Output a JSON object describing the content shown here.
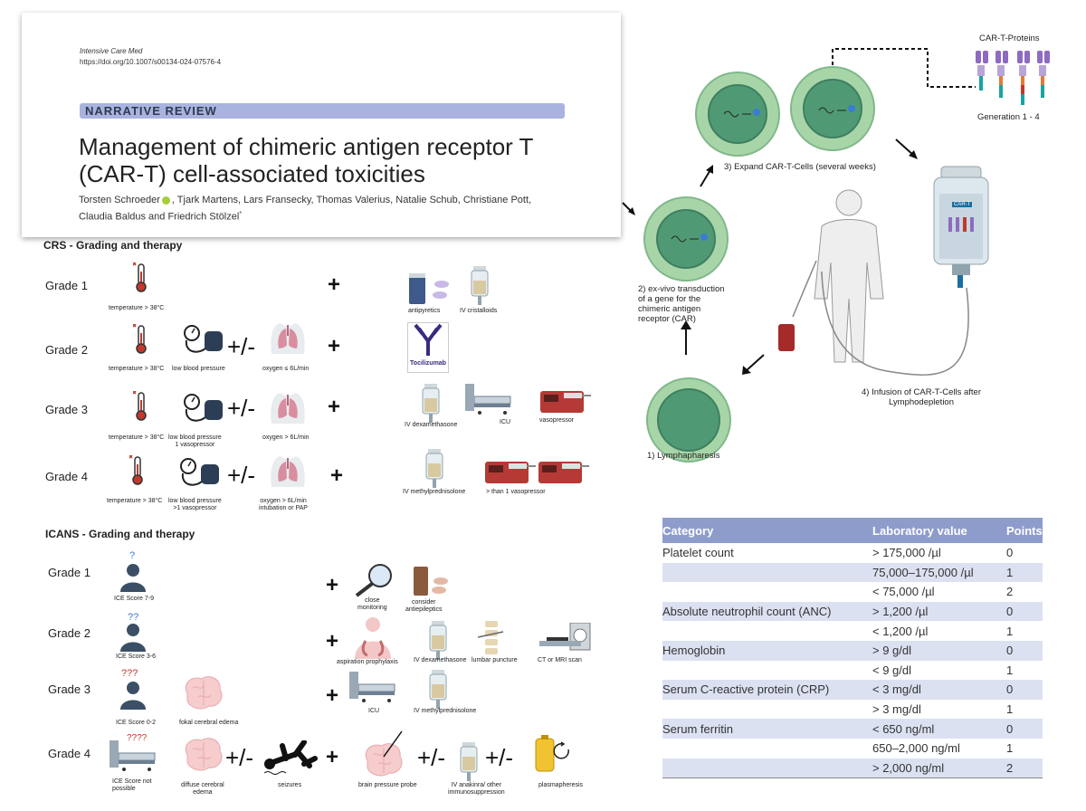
{
  "paper": {
    "journal": "Intensive Care Med",
    "doi": "https://doi.org/10.1007/s00134-024-07576-4",
    "review_type": "NARRATIVE REVIEW",
    "title_line1": "Management of chimeric antigen receptor T",
    "title_line2": "(CAR-T) cell-associated toxicities",
    "authors_line1": "Torsten Schroeder",
    "authors_line1b": ", Tjark Martens, Lars Fransecky, Thomas Valerius, Natalie Schub, Christiane Pott,",
    "authors_line2": "Claudia Baldus and Friedrich Stölzel",
    "authors_asterisk": "*"
  },
  "crs": {
    "heading": "CRS - Grading and therapy",
    "grades": [
      {
        "label": "Grade 1",
        "sym1": "temperature  > 38°C",
        "therapies": [
          "antipyretics",
          "IV cristalloids"
        ]
      },
      {
        "label": "Grade 2",
        "sym1": "temperature  > 38°C",
        "sym2": "low blood pressure",
        "sym3": "oxygen ≤ 6L/min",
        "therapies": [
          "Tocilizumab"
        ]
      },
      {
        "label": "Grade 3",
        "sym1": "temperature  > 38°C",
        "sym2a": "low blood pressure",
        "sym2b": "1 vasopressor",
        "sym3": "oxygen > 6L/min",
        "therapies": [
          "IV dexamethasone",
          "ICU",
          "vasopressor"
        ]
      },
      {
        "label": "Grade 4",
        "sym1": "temperature  > 38°C",
        "sym2a": "low blood pressure",
        "sym2b": ">1 vasopressor",
        "sym3a": "oxygen > 6L/min",
        "sym3b": "intubation or PAP",
        "therapies": [
          "IV methylprednisolone",
          "> than 1 vasopressor"
        ]
      }
    ]
  },
  "icans": {
    "heading": "ICANS - Grading and therapy",
    "grades": [
      {
        "label": "Grade 1",
        "sym1": "ICE Score 7-9",
        "therapies": [
          "close",
          "monitoring",
          "consider",
          "antiepileptics"
        ]
      },
      {
        "label": "Grade 2",
        "sym1": "ICE Score 3-6",
        "therapies": [
          "aspiration prophylaxis",
          "IV dexamethasone",
          "lumbar puncture",
          "CT or MRI scan"
        ]
      },
      {
        "label": "Grade 3",
        "sym1": "ICE Score 0-2",
        "sym2": "fokal cerebral edema",
        "therapies": [
          "ICU",
          "IV methylprednisolone"
        ]
      },
      {
        "label": "Grade 4",
        "sym1a": "ICE Score not",
        "sym1b": "possible",
        "sym2a": "diffuse cerebral",
        "sym2b": "edema",
        "sym3": "seizures",
        "therapies": [
          "brain pressure probe",
          "IV anakinra/ other",
          "immunosuppression",
          "plasmapheresis"
        ]
      }
    ],
    "q1": "?",
    "q2": "??",
    "q3": "???",
    "q4": "????"
  },
  "plus": "+",
  "plusminus": "+/-",
  "diagram": {
    "step1": "1) Lymphapharesis",
    "step2_l1": "2) ex-vivo transduction",
    "step2_l2": "of a gene for the",
    "step2_l3": "chimeric antigen",
    "step2_l4": "receptor (CAR)",
    "step3": "3) Expand CAR-T-Cells (several weeks)",
    "step4_l1": "4) Infusion of CAR-T-Cells after",
    "step4_l2": "Lymphodepletion",
    "proteins_title": "CAR-T-Proteins",
    "proteins_sub": "Generation 1 - 4",
    "bag_label": "CAR-T"
  },
  "table": {
    "headers": [
      "Category",
      "Laboratory value",
      "Points"
    ],
    "rows": [
      [
        "Platelet count",
        "> 175,000 /µl",
        "0"
      ],
      [
        "",
        "75,000–175,000 /µl",
        "1"
      ],
      [
        "",
        "< 75,000 /µl",
        "2"
      ],
      [
        "Absolute neutrophil count (ANC)",
        "> 1,200 /µl",
        "0"
      ],
      [
        "",
        "< 1,200 /µl",
        "1"
      ],
      [
        "Hemoglobin",
        "> 9 g/dl",
        "0"
      ],
      [
        "",
        "< 9 g/dl",
        "1"
      ],
      [
        "Serum C-reactive protein (CRP)",
        "< 3 mg/dl",
        "0"
      ],
      [
        "",
        "> 3 mg/dl",
        "1"
      ],
      [
        "Serum ferritin",
        "< 650 ng/ml",
        "0"
      ],
      [
        "",
        "650–2,000 ng/ml",
        "1"
      ],
      [
        "",
        "> 2,000 ng/ml",
        "2"
      ]
    ]
  },
  "colors": {
    "review_bar": "#aab3df",
    "table_header": "#8e9ccc",
    "table_shade": "#dce1f2",
    "cell_outer": "#a8d5a8",
    "cell_inner": "#4f9a74"
  }
}
